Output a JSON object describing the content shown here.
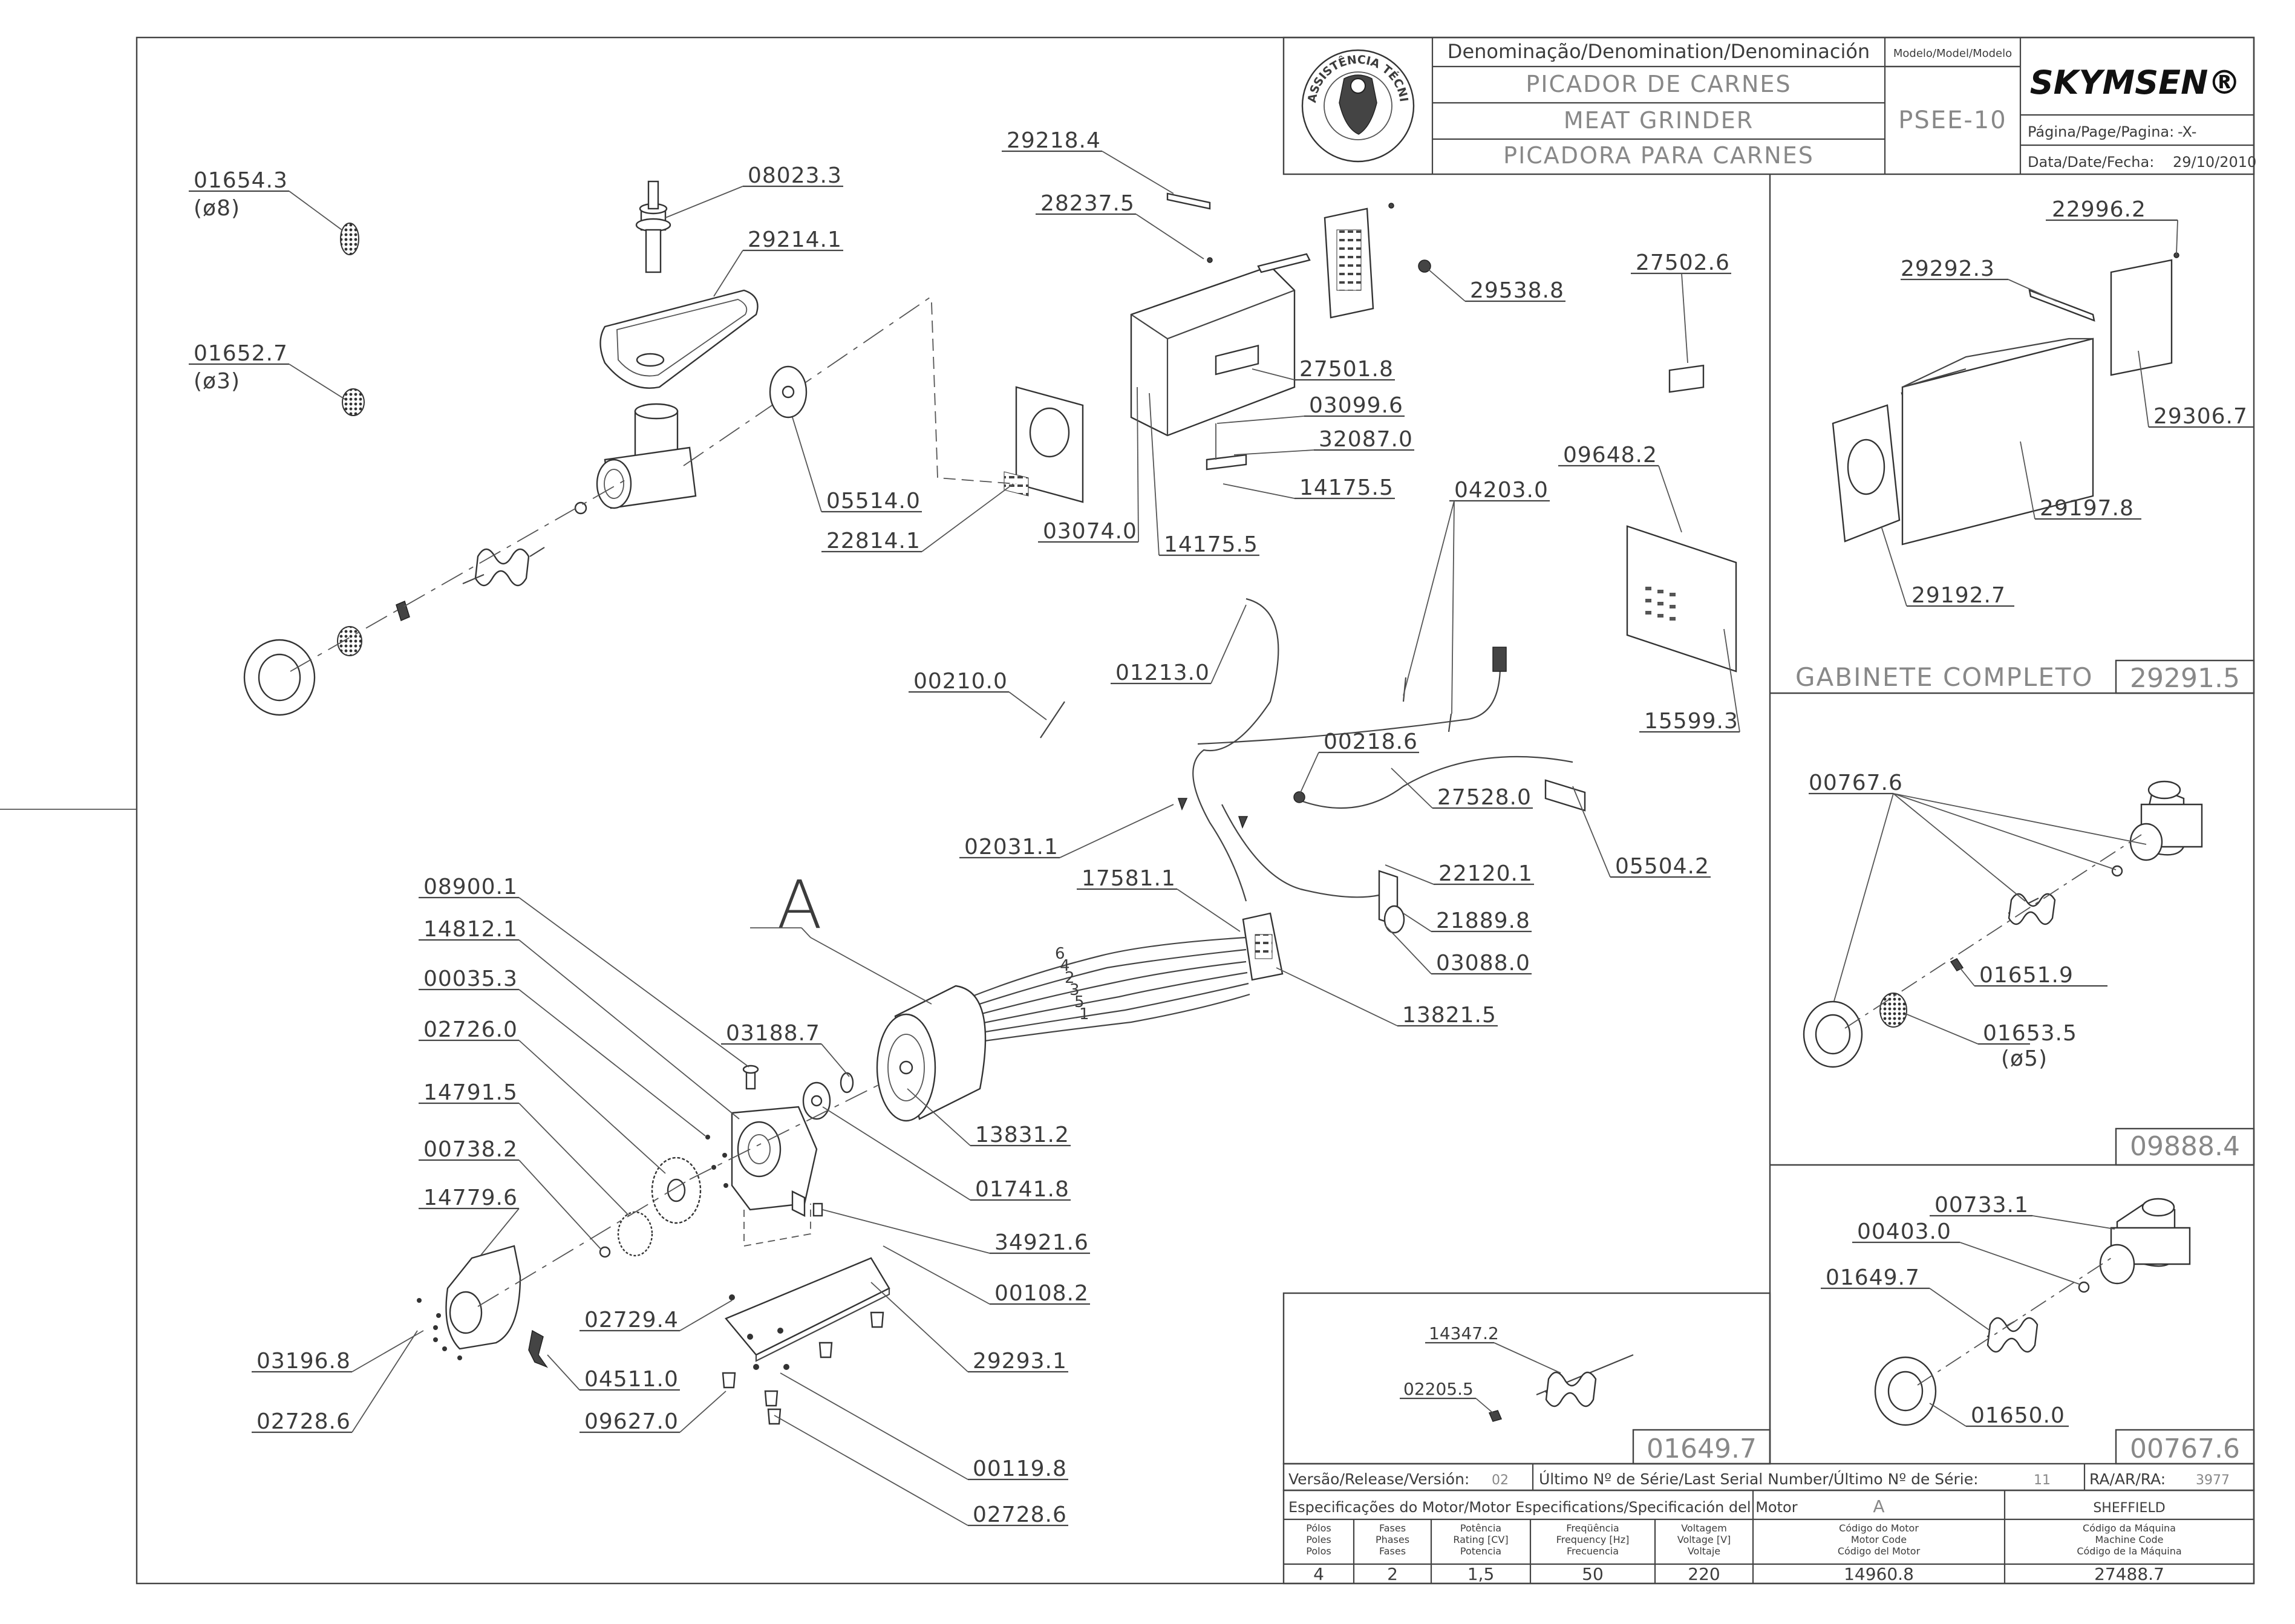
{
  "title_block": {
    "denomination_header": "Denominação/Denomination/Denominación",
    "names": [
      "PICADOR DE CARNES",
      "MEAT GRINDER",
      "PICADORA PARA CARNES"
    ],
    "model_header": "Modelo/Model/Modelo",
    "model": "PSEE-10",
    "brand": "SKYMSEN®",
    "page_label": "Página/Page/Pagina:",
    "page_value": "-X-",
    "date_label": "Data/Date/Fecha:",
    "date_value": "29/10/2010",
    "seal_text": "ASSISTÊNCIA TÉCNICA AUTORIZADA"
  },
  "main_labels": {
    "p01654": "01654.3",
    "p01654_note": "(ø8)",
    "p08023": "08023.3",
    "p29214": "29214.1",
    "p01652": "01652.7",
    "p01652_note": "(ø3)",
    "p05514": "05514.0",
    "p22814": "22814.1",
    "p29218": "29218.4",
    "p28237": "28237.5",
    "p29538": "29538.8",
    "p27502": "27502.6",
    "p27501": "27501.8",
    "p03099": "03099.6",
    "p32087": "32087.0",
    "p14175a": "14175.5",
    "p14175b": "14175.5",
    "p03074": "03074.0",
    "p04203": "04203.0",
    "p09648": "09648.2",
    "p15599": "15599.3",
    "p00210": "00210.0",
    "p01213": "01213.0",
    "p00218": "00218.6",
    "p27528": "27528.0",
    "p05504": "05504.2",
    "p02031": "02031.1",
    "p17581": "17581.1",
    "p22120": "22120.1",
    "p21889": "21889.8",
    "p03088": "03088.0",
    "p13821": "13821.5",
    "motor_letter": "A",
    "p08900": "08900.1",
    "p14812": "14812.1",
    "p00035": "00035.3",
    "p02726": "02726.0",
    "p14791": "14791.5",
    "p00738": "00738.2",
    "p14779": "14779.6",
    "p03196": "03196.8",
    "p02728a": "02728.6",
    "p03188": "03188.7",
    "p13831": "13831.2",
    "p01741": "01741.8",
    "p34921": "34921.6",
    "p00108": "00108.2",
    "p02729": "02729.4",
    "p29293": "29293.1",
    "p04511": "04511.0",
    "p09627": "09627.0",
    "p00119": "00119.8",
    "p02728b": "02728.6",
    "wire_numbers": [
      "6",
      "4",
      "2",
      "3",
      "5",
      "1"
    ]
  },
  "cabinet_panel": {
    "p22996": "22996.2",
    "p29292": "29292.3",
    "p29306": "29306.7",
    "p29197": "29197.8",
    "p29192": "29192.7",
    "caption": "GABINETE COMPLETO",
    "code": "29291.5"
  },
  "kit_09888": {
    "p00767": "00767.6",
    "p01651": "01651.9",
    "p01653": "01653.5",
    "p01653_note": "(ø5)",
    "code": "09888.4"
  },
  "kit_00767": {
    "p00733": "00733.1",
    "p00403": "00403.0",
    "p01649": "01649.7",
    "p01650": "01650.0",
    "code": "00767.6"
  },
  "kit_01649": {
    "p14347": "14347.2",
    "p02205": "02205.5",
    "code": "01649.7"
  },
  "release_row": {
    "version_label": "Versão/Release/Versión:",
    "version_value": "02",
    "serial_label": "Último Nº de Série/Last Serial Number/Último Nº de Série:",
    "serial_value": "11",
    "ra_label": "RA/AR/RA:",
    "ra_value": "3977"
  },
  "motor_specs": {
    "header": "Especificações do Motor/Motor Especifications/Specificación del Motor",
    "col_a": "A",
    "col_b": "SHEFFIELD",
    "columns": [
      {
        "label": "Pólos\nPoles\nPolos",
        "value": "4"
      },
      {
        "label": "Fases\nPhases\nFases",
        "value": "2"
      },
      {
        "label": "Potência\nRating [CV]\nPotencia",
        "value": "1,5"
      },
      {
        "label": "Freqüência\nFrequency [Hz]\nFrecuencia",
        "value": "50"
      },
      {
        "label": "Voltagem\nVoltage [V]\nVoltaje",
        "value": "220"
      },
      {
        "label": "Código do Motor\nMotor Code\nCódigo del Motor",
        "value": "14960.8"
      },
      {
        "label": "Código da Máquina\nMachine Code\nCódigo de la Máquina",
        "value": "27488.7"
      }
    ]
  }
}
